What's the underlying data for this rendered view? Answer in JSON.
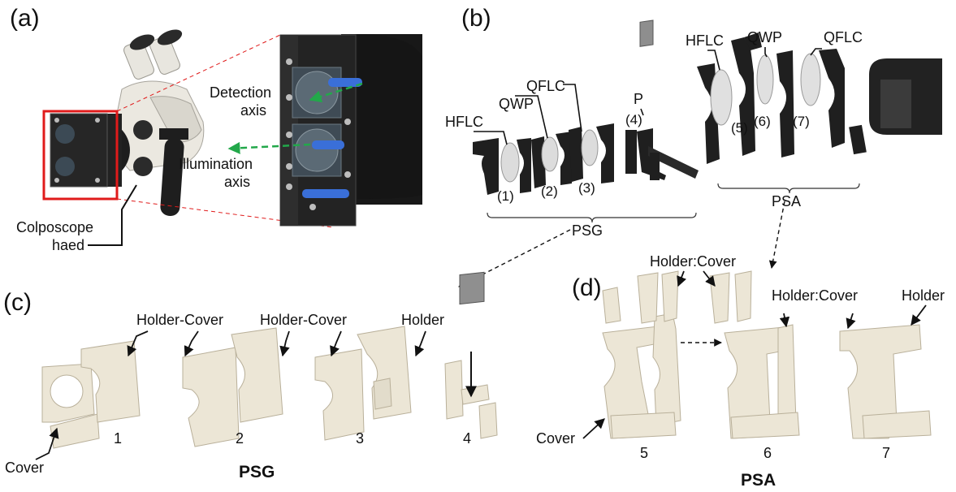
{
  "panels": {
    "a": "(a)",
    "b": "(b)",
    "c": "(c)",
    "d": "(d)"
  },
  "panel_a": {
    "colposcope_label": "Colposcope\nhaed",
    "colposcope_line1": "Colposcope",
    "colposcope_line2": "haed",
    "detection_line1": "Detection",
    "detection_line2": "axis",
    "illumination_line1": "Illumination",
    "illumination_line2": "axis",
    "colors": {
      "highlight_box": "#e01b1b",
      "arrow": "#22a84a",
      "screw": "#3a6fd8",
      "mount": "#1c1c1c",
      "body": "#ece9e2"
    }
  },
  "panel_b": {
    "psg_parts": [
      "HFLC",
      "QWP",
      "QFLC",
      "P"
    ],
    "psg_numbers": [
      "(1)",
      "(2)",
      "(3)",
      "(4)"
    ],
    "psa_parts": [
      "HFLC",
      "QWP",
      "QFLC"
    ],
    "psa_numbers": [
      "(5)",
      "(6)",
      "(7)"
    ],
    "psg_group": "PSG",
    "psa_group": "PSA"
  },
  "panel_c": {
    "holder_cover_1": "Holder-Cover",
    "holder_cover_2": "Holder-Cover",
    "holder": "Holder",
    "cover": "Cover",
    "numbers": [
      "1",
      "2",
      "3",
      "4"
    ],
    "title": "PSG"
  },
  "panel_d": {
    "holder_cover_1": "Holder:Cover",
    "holder_cover_2": "Holder:Cover",
    "holder": "Holder",
    "cover": "Cover",
    "numbers": [
      "5",
      "6",
      "7"
    ],
    "title": "PSA",
    "colors": {
      "part": "#ece6d6",
      "edge": "#b9b09a"
    }
  }
}
